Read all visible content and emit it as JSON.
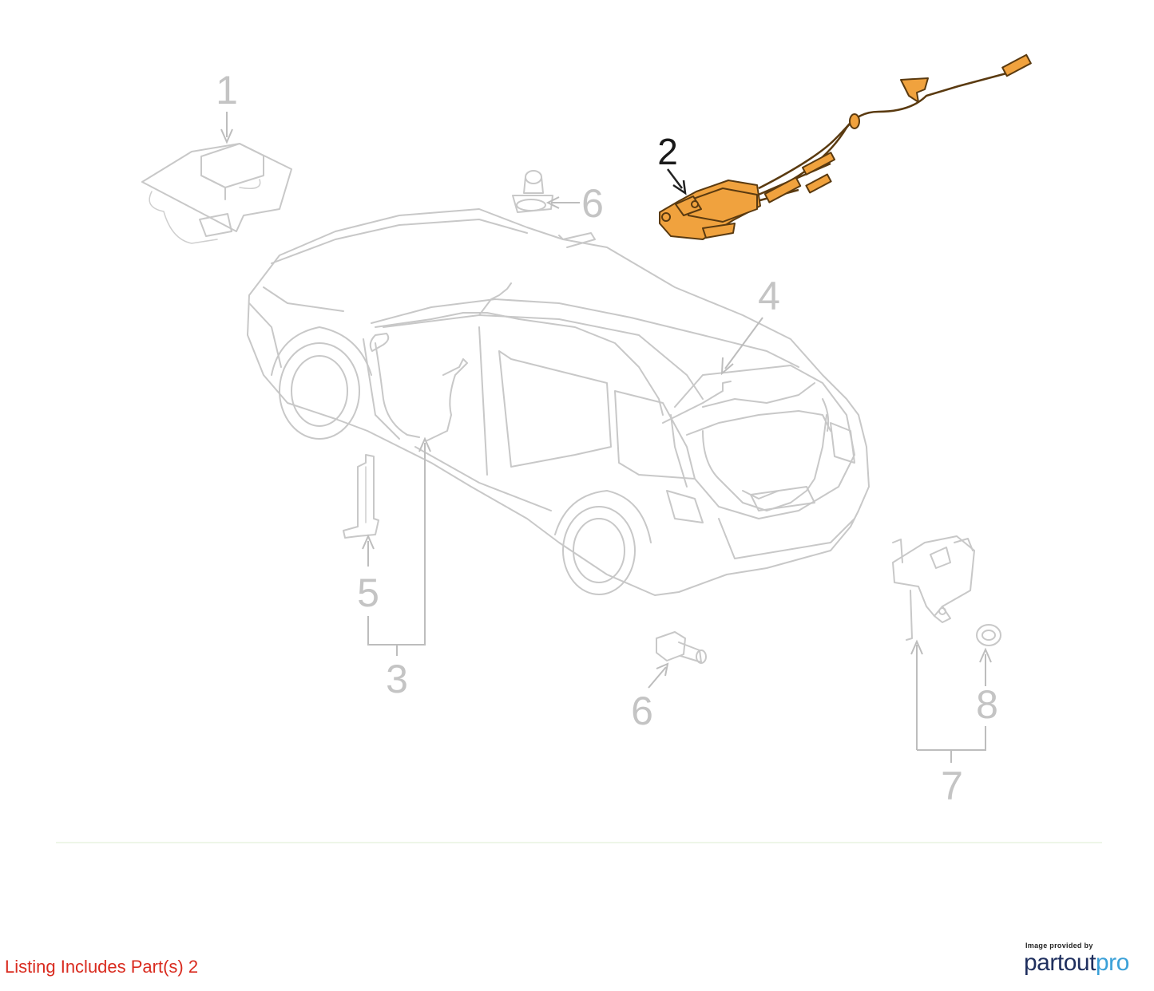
{
  "diagram": {
    "callouts": {
      "c1": "1",
      "c2": "2",
      "c3": "3",
      "c4": "4",
      "c5": "5",
      "c6a": "6",
      "c6b": "6",
      "c7": "7",
      "c8": "8"
    },
    "highlighted_part": "2",
    "colors": {
      "highlight_fill": "#f0a23e",
      "ghost_stroke": "#c8c8c8",
      "listing_text": "#d92b1f",
      "brand_dark": "#1f2f5e",
      "brand_light": "#3aa0d8"
    }
  },
  "footer": {
    "listing": "Listing Includes Part(s) 2",
    "provider_caption": "Image provided by",
    "brand_part1": "partout",
    "brand_part2": "pro"
  }
}
